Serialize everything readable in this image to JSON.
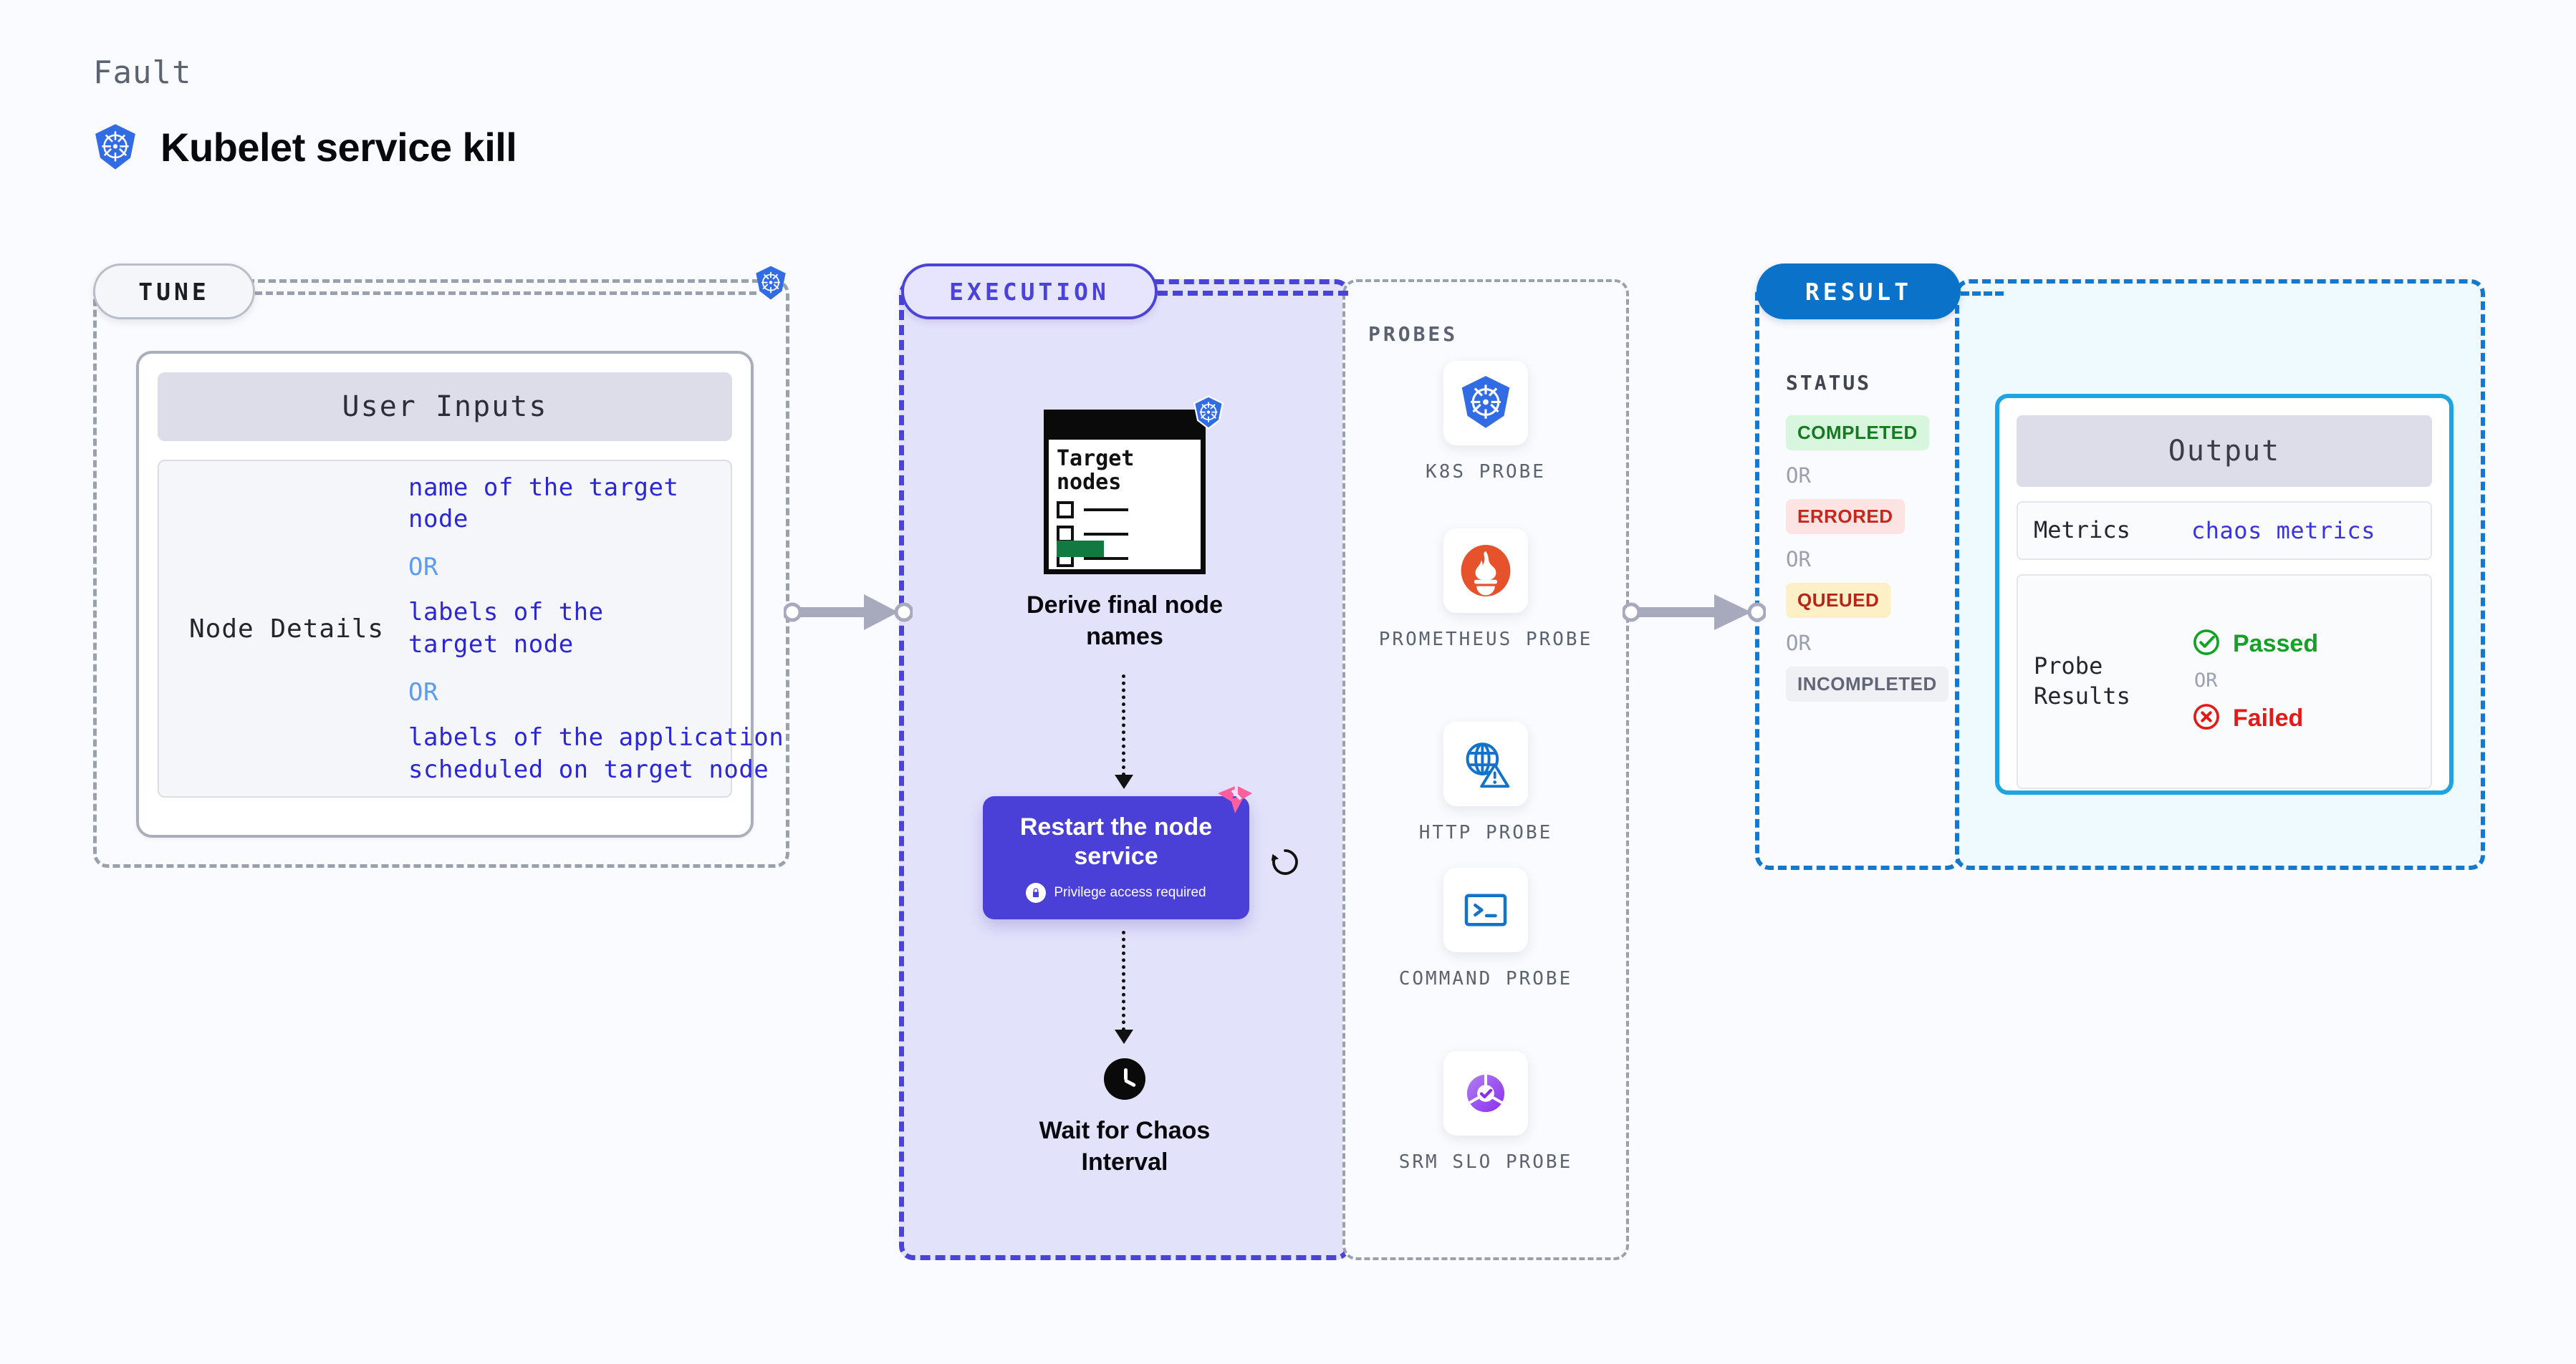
{
  "header": {
    "kicker": "Fault",
    "title": "Kubelet service kill",
    "icon": "kubernetes-icon"
  },
  "panels": {
    "tune": {
      "tag": "TUNE",
      "badge_icon": "kubernetes-icon"
    },
    "execution": {
      "tag": "EXECUTION"
    },
    "probes": {
      "tag": "PROBES"
    },
    "result": {
      "tag": "RESULT"
    }
  },
  "tune": {
    "card_title": "User Inputs",
    "row_key": "Node Details",
    "values": [
      "name of the target",
      "node"
    ],
    "or_1": "OR",
    "values_2": [
      "labels of the",
      "target node"
    ],
    "or_2": "OR",
    "values_3": [
      "labels of the application",
      " scheduled on target node"
    ]
  },
  "execution": {
    "node_1": {
      "doc_title": "Target nodes",
      "caption": "Derive final node names",
      "badge_icon": "kubernetes-icon"
    },
    "chaos_card": {
      "title": "Restart the node service",
      "subtitle": "Privilege access required",
      "lock_icon": "lock-icon",
      "badge_icon": "harness-chaos-icon",
      "retry_icon": "retry-icon"
    },
    "node_2": {
      "caption": "Wait for Chaos Interval",
      "icon": "clock-icon"
    }
  },
  "probes": [
    {
      "label": "K8S PROBE",
      "icon": "kubernetes-icon"
    },
    {
      "label": "PROMETHEUS PROBE",
      "icon": "prometheus-icon"
    },
    {
      "label": "HTTP PROBE",
      "icon": "globe-warning-icon"
    },
    {
      "label": "COMMAND PROBE",
      "icon": "terminal-icon"
    },
    {
      "label": "SRM SLO PROBE",
      "icon": "srm-slo-icon"
    }
  ],
  "result": {
    "status_title": "STATUS",
    "or_label": "OR",
    "statuses": [
      {
        "label": "COMPLETED",
        "tone": "completed"
      },
      {
        "label": "ERRORED",
        "tone": "errored"
      },
      {
        "label": "QUEUED",
        "tone": "queued"
      },
      {
        "label": "INCOMPLETED",
        "tone": "incompleted"
      }
    ],
    "output": {
      "title": "Output",
      "metrics_key": "Metrics",
      "metrics_value": "chaos metrics",
      "probe_key": "Probe Results",
      "passed_label": "Passed",
      "failed_label": "Failed",
      "or_label": "OR",
      "passed_icon": "check-circle-icon",
      "failed_icon": "x-circle-icon"
    }
  },
  "colors": {
    "background": "#fafbfe",
    "execution_accent": "#4b42d9",
    "execution_fill": "#e3e2fb",
    "result_accent": "#1478cd",
    "result_fill": "#eefaff",
    "result_pill": "#0b72c9",
    "tune_accent": "#9aa1ae",
    "chaos_card": "#4a3fd7",
    "kubernetes_blue": "#326ce5",
    "prometheus_orange": "#e6522c",
    "passed_green": "#13a226",
    "failed_red": "#e01b18",
    "metrics_blue": "#3a33e0"
  }
}
